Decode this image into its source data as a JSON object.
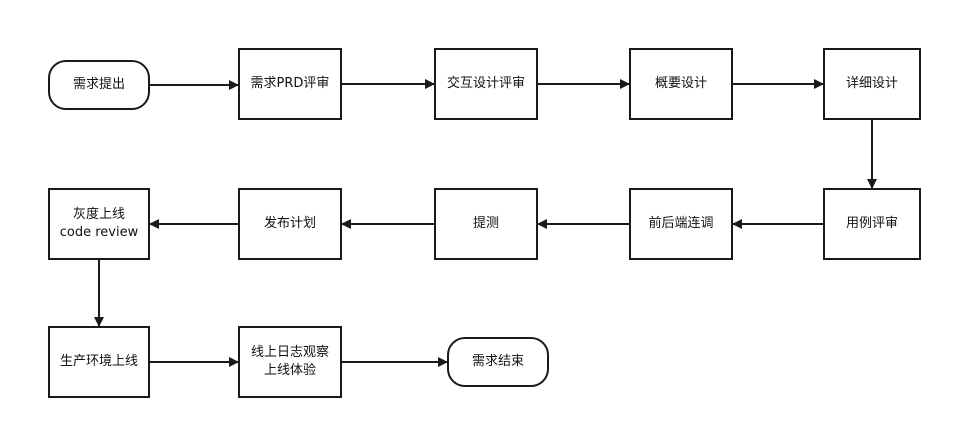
{
  "diagram": {
    "nodes": [
      {
        "id": "n1",
        "lines": [
          "需求提出"
        ],
        "shape": "terminal"
      },
      {
        "id": "n2",
        "lines": [
          "需求PRD评审"
        ],
        "shape": "process"
      },
      {
        "id": "n3",
        "lines": [
          "交互设计评审"
        ],
        "shape": "process"
      },
      {
        "id": "n4",
        "lines": [
          "概要设计"
        ],
        "shape": "process"
      },
      {
        "id": "n5",
        "lines": [
          "详细设计"
        ],
        "shape": "process"
      },
      {
        "id": "n6",
        "lines": [
          "用例评审"
        ],
        "shape": "process"
      },
      {
        "id": "n7",
        "lines": [
          "前后端连调"
        ],
        "shape": "process"
      },
      {
        "id": "n8",
        "lines": [
          "提测"
        ],
        "shape": "process"
      },
      {
        "id": "n9",
        "lines": [
          "发布计划"
        ],
        "shape": "process"
      },
      {
        "id": "n10",
        "lines": [
          "灰度上线",
          "code review"
        ],
        "shape": "process"
      },
      {
        "id": "n11",
        "lines": [
          "生产环境上线"
        ],
        "shape": "process"
      },
      {
        "id": "n12",
        "lines": [
          "线上日志观察",
          "上线体验"
        ],
        "shape": "process"
      },
      {
        "id": "n13",
        "lines": [
          "需求结束"
        ],
        "shape": "terminal"
      }
    ],
    "edges": [
      [
        "n1",
        "n2"
      ],
      [
        "n2",
        "n3"
      ],
      [
        "n3",
        "n4"
      ],
      [
        "n4",
        "n5"
      ],
      [
        "n5",
        "n6"
      ],
      [
        "n6",
        "n7"
      ],
      [
        "n7",
        "n8"
      ],
      [
        "n8",
        "n9"
      ],
      [
        "n9",
        "n10"
      ],
      [
        "n10",
        "n11"
      ],
      [
        "n11",
        "n12"
      ],
      [
        "n12",
        "n13"
      ]
    ],
    "colors": {
      "stroke": "#1a1a1a",
      "fill": "#ffffff",
      "text": "#111111"
    }
  }
}
